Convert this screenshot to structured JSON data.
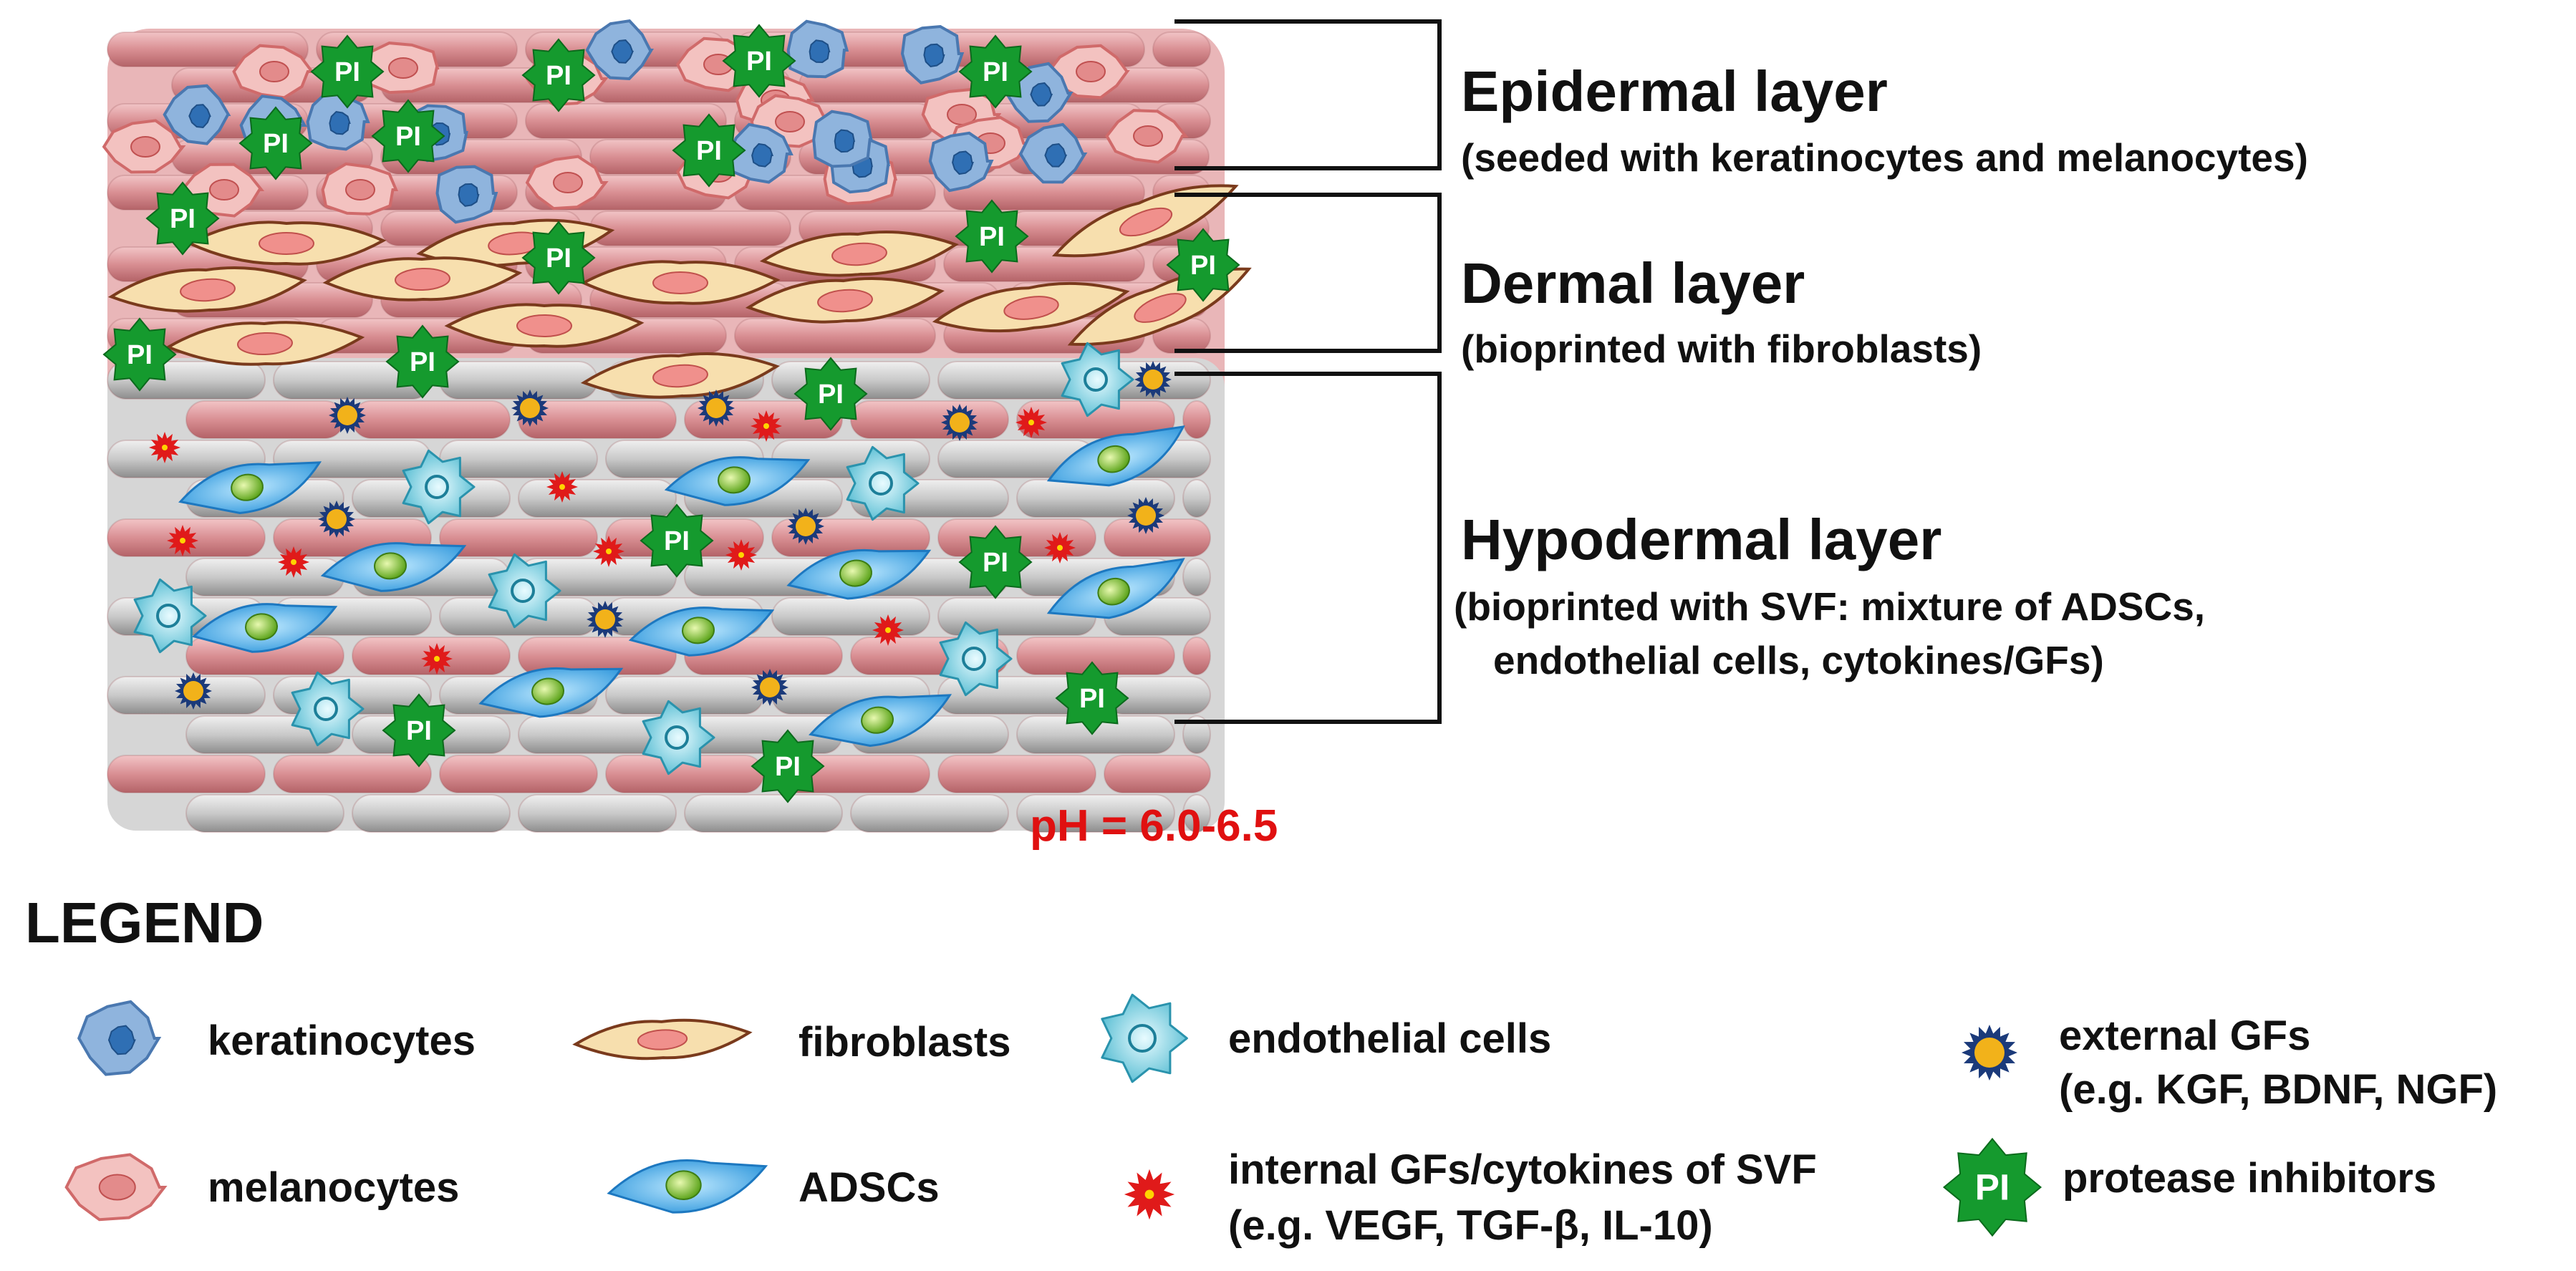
{
  "layers": [
    {
      "title": "Epidermal layer",
      "subtitle": "(seeded with keratinocytes and melanocytes)"
    },
    {
      "title": "Dermal layer",
      "subtitle": "(bioprinted with fibroblasts)"
    },
    {
      "title": "Hypodermal layer",
      "subtitle_line1": "(bioprinted with SVF: mixture of ADSCs,",
      "subtitle_line2": "endothelial cells, cytokines/GFs)"
    }
  ],
  "ph_label": "pH = 6.0-6.5",
  "pi_text": "PI",
  "legend": {
    "title": "LEGEND",
    "items": [
      {
        "key": "keratinocytes",
        "label": "keratinocytes",
        "icon": "keratinocyte-icon"
      },
      {
        "key": "fibroblasts",
        "label": "fibroblasts",
        "icon": "fibroblast-icon"
      },
      {
        "key": "endothelial",
        "label": "endothelial cells",
        "icon": "endothelial-cell-icon"
      },
      {
        "key": "external_gf",
        "label_line1": "external GFs",
        "label_line2": "(e.g. KGF, BDNF, NGF)",
        "icon": "external-gf-icon"
      },
      {
        "key": "melanocytes",
        "label": "melanocytes",
        "icon": "melanocyte-icon"
      },
      {
        "key": "adscs",
        "label": "ADSCs",
        "icon": "adsc-icon"
      },
      {
        "key": "internal_gf",
        "label_line1": "internal GFs/cytokines of SVF",
        "label_line2": "(e.g. VEGF, TGF-β, IL-10)",
        "icon": "internal-gf-icon"
      },
      {
        "key": "pi",
        "label": "protease inhibitors",
        "icon": "protease-inhibitor-icon"
      }
    ]
  },
  "colors": {
    "dermis_pink": "#d98f93",
    "fiber_grey": "#c9c9c9",
    "keratinocyte": "#8fb4dd",
    "melanocyte": "#f3c2c0",
    "fibroblast": "#f7dfae",
    "adsc": "#4fb3ea",
    "endothelial": "#7fd0e0",
    "pi_green": "#159a2e",
    "external_gf_ring": "#1b3a7a",
    "external_gf_core": "#f2b21a",
    "internal_gf": "#e01a1a",
    "ph_red": "#e01010"
  }
}
